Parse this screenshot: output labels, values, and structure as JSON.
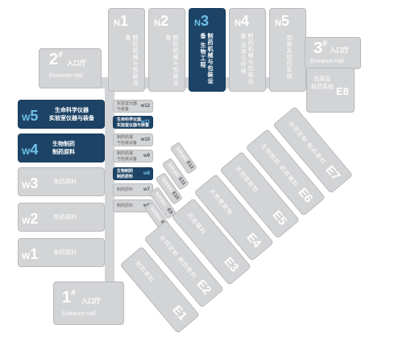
{
  "north_halls": [
    {
      "code": "1",
      "prefix": "N",
      "label": "制药机械与包装设备",
      "dark": false
    },
    {
      "code": "2",
      "prefix": "N",
      "label": "制药机械与包装设备",
      "dark": false
    },
    {
      "code": "3",
      "prefix": "N",
      "label": "制药机械与包装设备 生物工程",
      "dark": true
    },
    {
      "code": "4",
      "prefix": "N",
      "label": "制药机械与包装设备 洁净与环保",
      "dark": false
    },
    {
      "code": "5",
      "prefix": "N",
      "label": "包装及给药系统",
      "dark": false
    }
  ],
  "west_halls": [
    {
      "code": "5",
      "prefix": "W",
      "label": "生命科学仪器\n实验室仪器与装备",
      "dark": true
    },
    {
      "code": "4",
      "prefix": "W",
      "label": "生物制药\n制药原料",
      "dark": true
    },
    {
      "code": "3",
      "prefix": "W",
      "label": "制药原料",
      "dark": false
    },
    {
      "code": "2",
      "prefix": "W",
      "label": "制药原料",
      "dark": false
    },
    {
      "code": "1",
      "prefix": "W",
      "label": "制药原料",
      "dark": false
    }
  ],
  "west_small_halls": [
    {
      "code": "w12",
      "label": "实验室仪器\n与装备",
      "dark": false
    },
    {
      "code": "w11",
      "label": "生命科学仪器\n实验室仪器与装备",
      "dark": true
    },
    {
      "code": "w10",
      "label": "制药机械\n与包装设备",
      "dark": false
    },
    {
      "code": "w9",
      "label": "制药机械\n与包装设备",
      "dark": false
    },
    {
      "code": "w8",
      "label": "生物制药\n制药原料",
      "dark": true
    },
    {
      "code": "w7",
      "label": "制药原料",
      "dark": false
    },
    {
      "code": "w6",
      "label": "制药原料",
      "dark": false
    }
  ],
  "east_halls": [
    {
      "code": "E7",
      "label": "合同定制 制药原料"
    },
    {
      "code": "E6",
      "label": "生物制药 药用辅料"
    },
    {
      "code": "E5",
      "label": "天然提取物"
    },
    {
      "code": "E4",
      "label": "天然提取物"
    },
    {
      "code": "E3",
      "label": "药用辅料"
    },
    {
      "code": "E2",
      "label": "合同定制 制药原料"
    },
    {
      "code": "E1",
      "label": "制药原料"
    }
  ],
  "east_small_halls": [
    {
      "code": "E12",
      "label": "制药原料"
    },
    {
      "code": "E11",
      "label": "制药原料"
    },
    {
      "code": "E10",
      "label": "制药原料"
    },
    {
      "code": "E9",
      "label": "制药原料"
    },
    {
      "code": "E8s",
      "label": "制药原料"
    }
  ],
  "e8_hall": {
    "code": "E8",
    "label": "包装及 给药系统"
  },
  "entrances": [
    {
      "number": "1",
      "sup": "#",
      "label": "入口厅",
      "english": "Entrance Hall"
    },
    {
      "number": "2",
      "sup": "#",
      "label": "入口厅",
      "english": "Entrance Hall"
    },
    {
      "number": "3",
      "sup": "#",
      "label": "入口厅",
      "english": "Entrance Hall"
    }
  ],
  "colors": {
    "hall_gray": "#d3d4d6",
    "hall_dark": "#1d4466",
    "code_blue": "#6fc3ea"
  }
}
